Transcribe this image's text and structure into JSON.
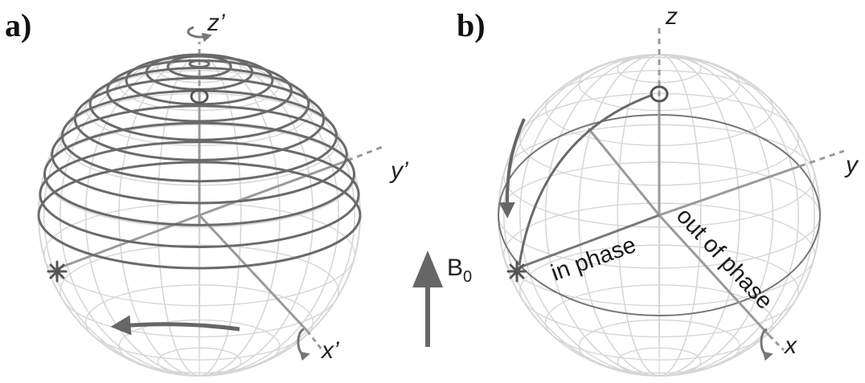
{
  "panels": [
    {
      "label": "a)",
      "axes": {
        "z": "z’",
        "y": "y’",
        "x": "x’"
      }
    },
    {
      "label": "b)",
      "axes": {
        "z": "z",
        "y": "y",
        "x": "x"
      },
      "annotations": {
        "in_phase": "in phase",
        "out_of_phase": "out of phase"
      }
    }
  ],
  "field": {
    "symbol": "B",
    "subscript": "0"
  },
  "colors": {
    "wire": "#d6d6d6",
    "axis": "#9a9a9a",
    "trace": "#6a6a6a",
    "dashed": "#9a9a9a",
    "arrow": "#666666"
  },
  "icons": [
    "rotation-arrow-icon",
    "asterisk-marker-icon",
    "circle-marker-icon",
    "arrow-up-icon"
  ]
}
